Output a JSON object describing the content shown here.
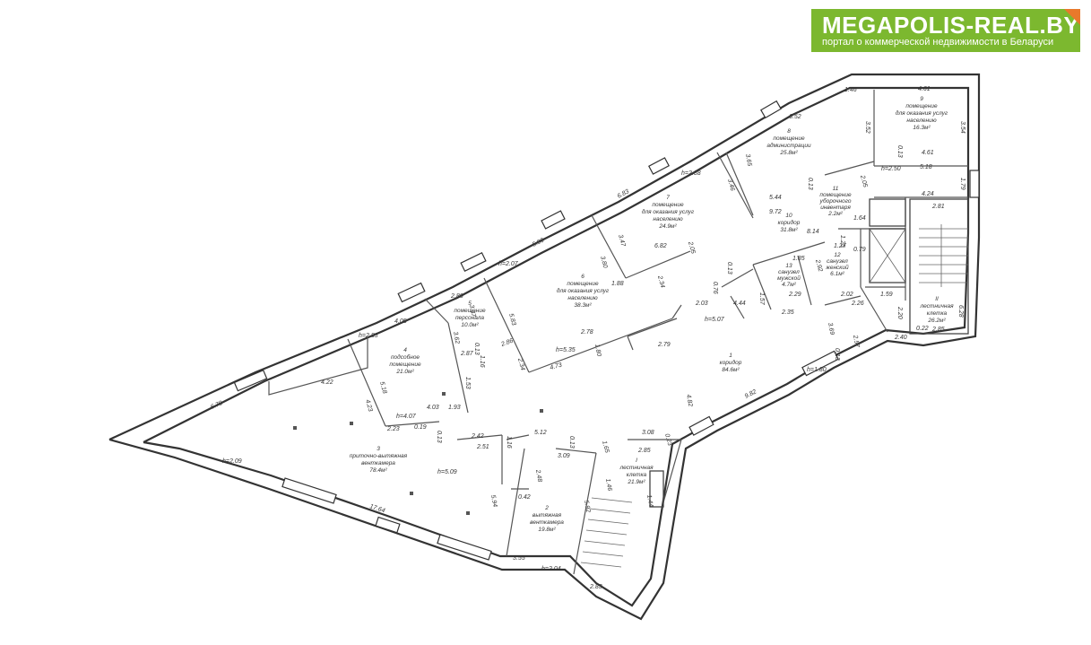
{
  "logo": {
    "brand": "MEGAPOLIS-REAL.BY",
    "tagline": "портал о коммерческой недвижимости в Беларуси",
    "color": "#7cb82f",
    "accent": "#e8792b"
  },
  "rooms": [
    {
      "id": "r1",
      "lines": [
        "1",
        "коридор",
        "84.6м²"
      ]
    },
    {
      "id": "r2",
      "lines": [
        "2",
        "вытяжная",
        "венткамера",
        "19.8м²"
      ]
    },
    {
      "id": "r3",
      "lines": [
        "3",
        "приточно-вытяжная",
        "венткамера",
        "78.4м²"
      ]
    },
    {
      "id": "r4",
      "lines": [
        "4",
        "подсобное",
        "помещение",
        "21.0м²"
      ]
    },
    {
      "id": "r5",
      "lines": [
        "5",
        "помещение",
        "персонала",
        "10.0м²"
      ]
    },
    {
      "id": "r6",
      "lines": [
        "6",
        "помещение",
        "для оказания услуг",
        "населению",
        "38.3м²"
      ]
    },
    {
      "id": "r7",
      "lines": [
        "7",
        "помещение",
        "для оказания услуг",
        "населению",
        "24.9м²"
      ]
    },
    {
      "id": "r8",
      "lines": [
        "8",
        "помещение",
        "администрации",
        "25.8м²"
      ]
    },
    {
      "id": "r9",
      "lines": [
        "9",
        "помещение",
        "для оказания услуг",
        "населению",
        "16.3м²"
      ]
    },
    {
      "id": "r10",
      "lines": [
        "10",
        "коридор",
        "31.8м²"
      ]
    },
    {
      "id": "r11",
      "lines": [
        "11",
        "помещение",
        "уборочного",
        "инвентаря",
        "2.2м²"
      ]
    },
    {
      "id": "r12",
      "lines": [
        "12",
        "санузел",
        "женский",
        "6.1м²"
      ]
    },
    {
      "id": "r13",
      "lines": [
        "13",
        "санузел",
        "мужской",
        "4.7м²"
      ]
    },
    {
      "id": "rI",
      "lines": [
        "I",
        "лестничная",
        "клетка",
        "21.9м²"
      ]
    },
    {
      "id": "rII",
      "lines": [
        "II",
        "лестничная",
        "клетка",
        "26.2м²"
      ]
    }
  ],
  "dimensions": [
    "1.46",
    "4.61",
    "3.52",
    "0.13",
    "3.54",
    "4.61",
    "6.52",
    "3.65",
    "5.18",
    "h=2.50",
    "1.79",
    "0.13",
    "2.05",
    "5.44",
    "9.72",
    "4.24",
    "2.81",
    "h=2.88",
    "3.46",
    "6.83",
    "1.64",
    "8.14",
    "1.25",
    "1.27",
    "0.79",
    "3.47",
    "6.82",
    "2.05",
    "1.85",
    "2.92",
    "h=2.07",
    "5.90",
    "3.80",
    "2.80",
    "1.88",
    "2.34",
    "0.13",
    "0.76",
    "1.57",
    "2.29",
    "1.59",
    "2.02",
    "2.26",
    "3.37",
    "5.83",
    "h=5.07",
    "2.03",
    "4.44",
    "2.35",
    "6.28",
    "2.20",
    "2.40",
    "0.22",
    "2.85",
    "4.05",
    "h=2.83",
    "3.62",
    "2.87",
    "0.13",
    "1.16",
    "2.86",
    "2.34",
    "h=5.35",
    "2.78",
    "2.79",
    "1.80",
    "4.73",
    "3.69",
    "2.57",
    "0.13",
    "h=1.80",
    "4.22",
    "5.18",
    "4.23",
    "1.53",
    "h=4.07",
    "4.03",
    "2.23",
    "0.19",
    "0.13",
    "1.93",
    "4.82",
    "9.82",
    "6.70",
    "2.42",
    "2.51",
    "1.16",
    "5.12",
    "0.13",
    "1.65",
    "3.08",
    "2.85",
    "0.23",
    "3.09",
    "h=2.09",
    "h=5.09",
    "2.48",
    "0.42",
    "1.46",
    "1.44",
    "5.94",
    "5.92",
    "17.64",
    "3.55",
    "h=2.04",
    "2.83"
  ]
}
